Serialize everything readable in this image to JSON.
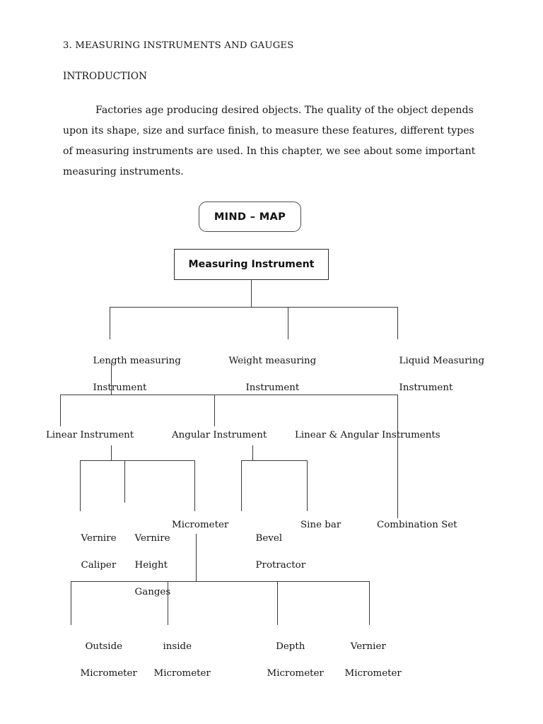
{
  "document": {
    "heading": "3. MEASURING INSTRUMENTS AND GAUGES",
    "subheading": "INTRODUCTION",
    "paragraph": "Factories age producing desired objects. The quality of the object depends upon its shape, size and surface finish, to measure these features, different types of measuring instruments are used. In this chapter, we see about some important measuring instruments."
  },
  "diagram": {
    "title_box": "MIND – MAP",
    "root_box": "Measuring Instrument",
    "level1": [
      {
        "line1": "Length measuring",
        "line2": "Instrument"
      },
      {
        "line1": "Weight measuring",
        "line2": "Instrument"
      },
      {
        "line1": "Liquid Measuring",
        "line2": "Instrument"
      }
    ],
    "level2": [
      {
        "label": "Linear Instrument"
      },
      {
        "label": "Angular Instrument"
      },
      {
        "label": "Linear & Angular Instruments"
      }
    ],
    "level3": [
      {
        "line1": "Vernire",
        "line2": "Caliper",
        "line3": ""
      },
      {
        "line1": "Vernire",
        "line2": "Height",
        "line3": "Ganges"
      },
      {
        "line1": "Micrometer",
        "line2": "",
        "line3": ""
      },
      {
        "line1": "Bevel",
        "line2": "Protractor",
        "line3": ""
      },
      {
        "line1": "Sine bar",
        "line2": "",
        "line3": ""
      },
      {
        "line1": "Combination Set",
        "line2": "",
        "line3": ""
      }
    ],
    "level4": [
      {
        "line1": "Outside",
        "line2": "Micrometer"
      },
      {
        "line1": "inside",
        "line2": "Micrometer"
      },
      {
        "line1": "Depth",
        "line2": "Micrometer"
      },
      {
        "line1": "Vernier",
        "line2": "Micrometer"
      }
    ]
  },
  "colors": {
    "text": "#151515",
    "line": "#3a3a3a",
    "box_border": "#2b2b2b",
    "rounded_border": "#4a4a4a",
    "background": "#ffffff"
  }
}
